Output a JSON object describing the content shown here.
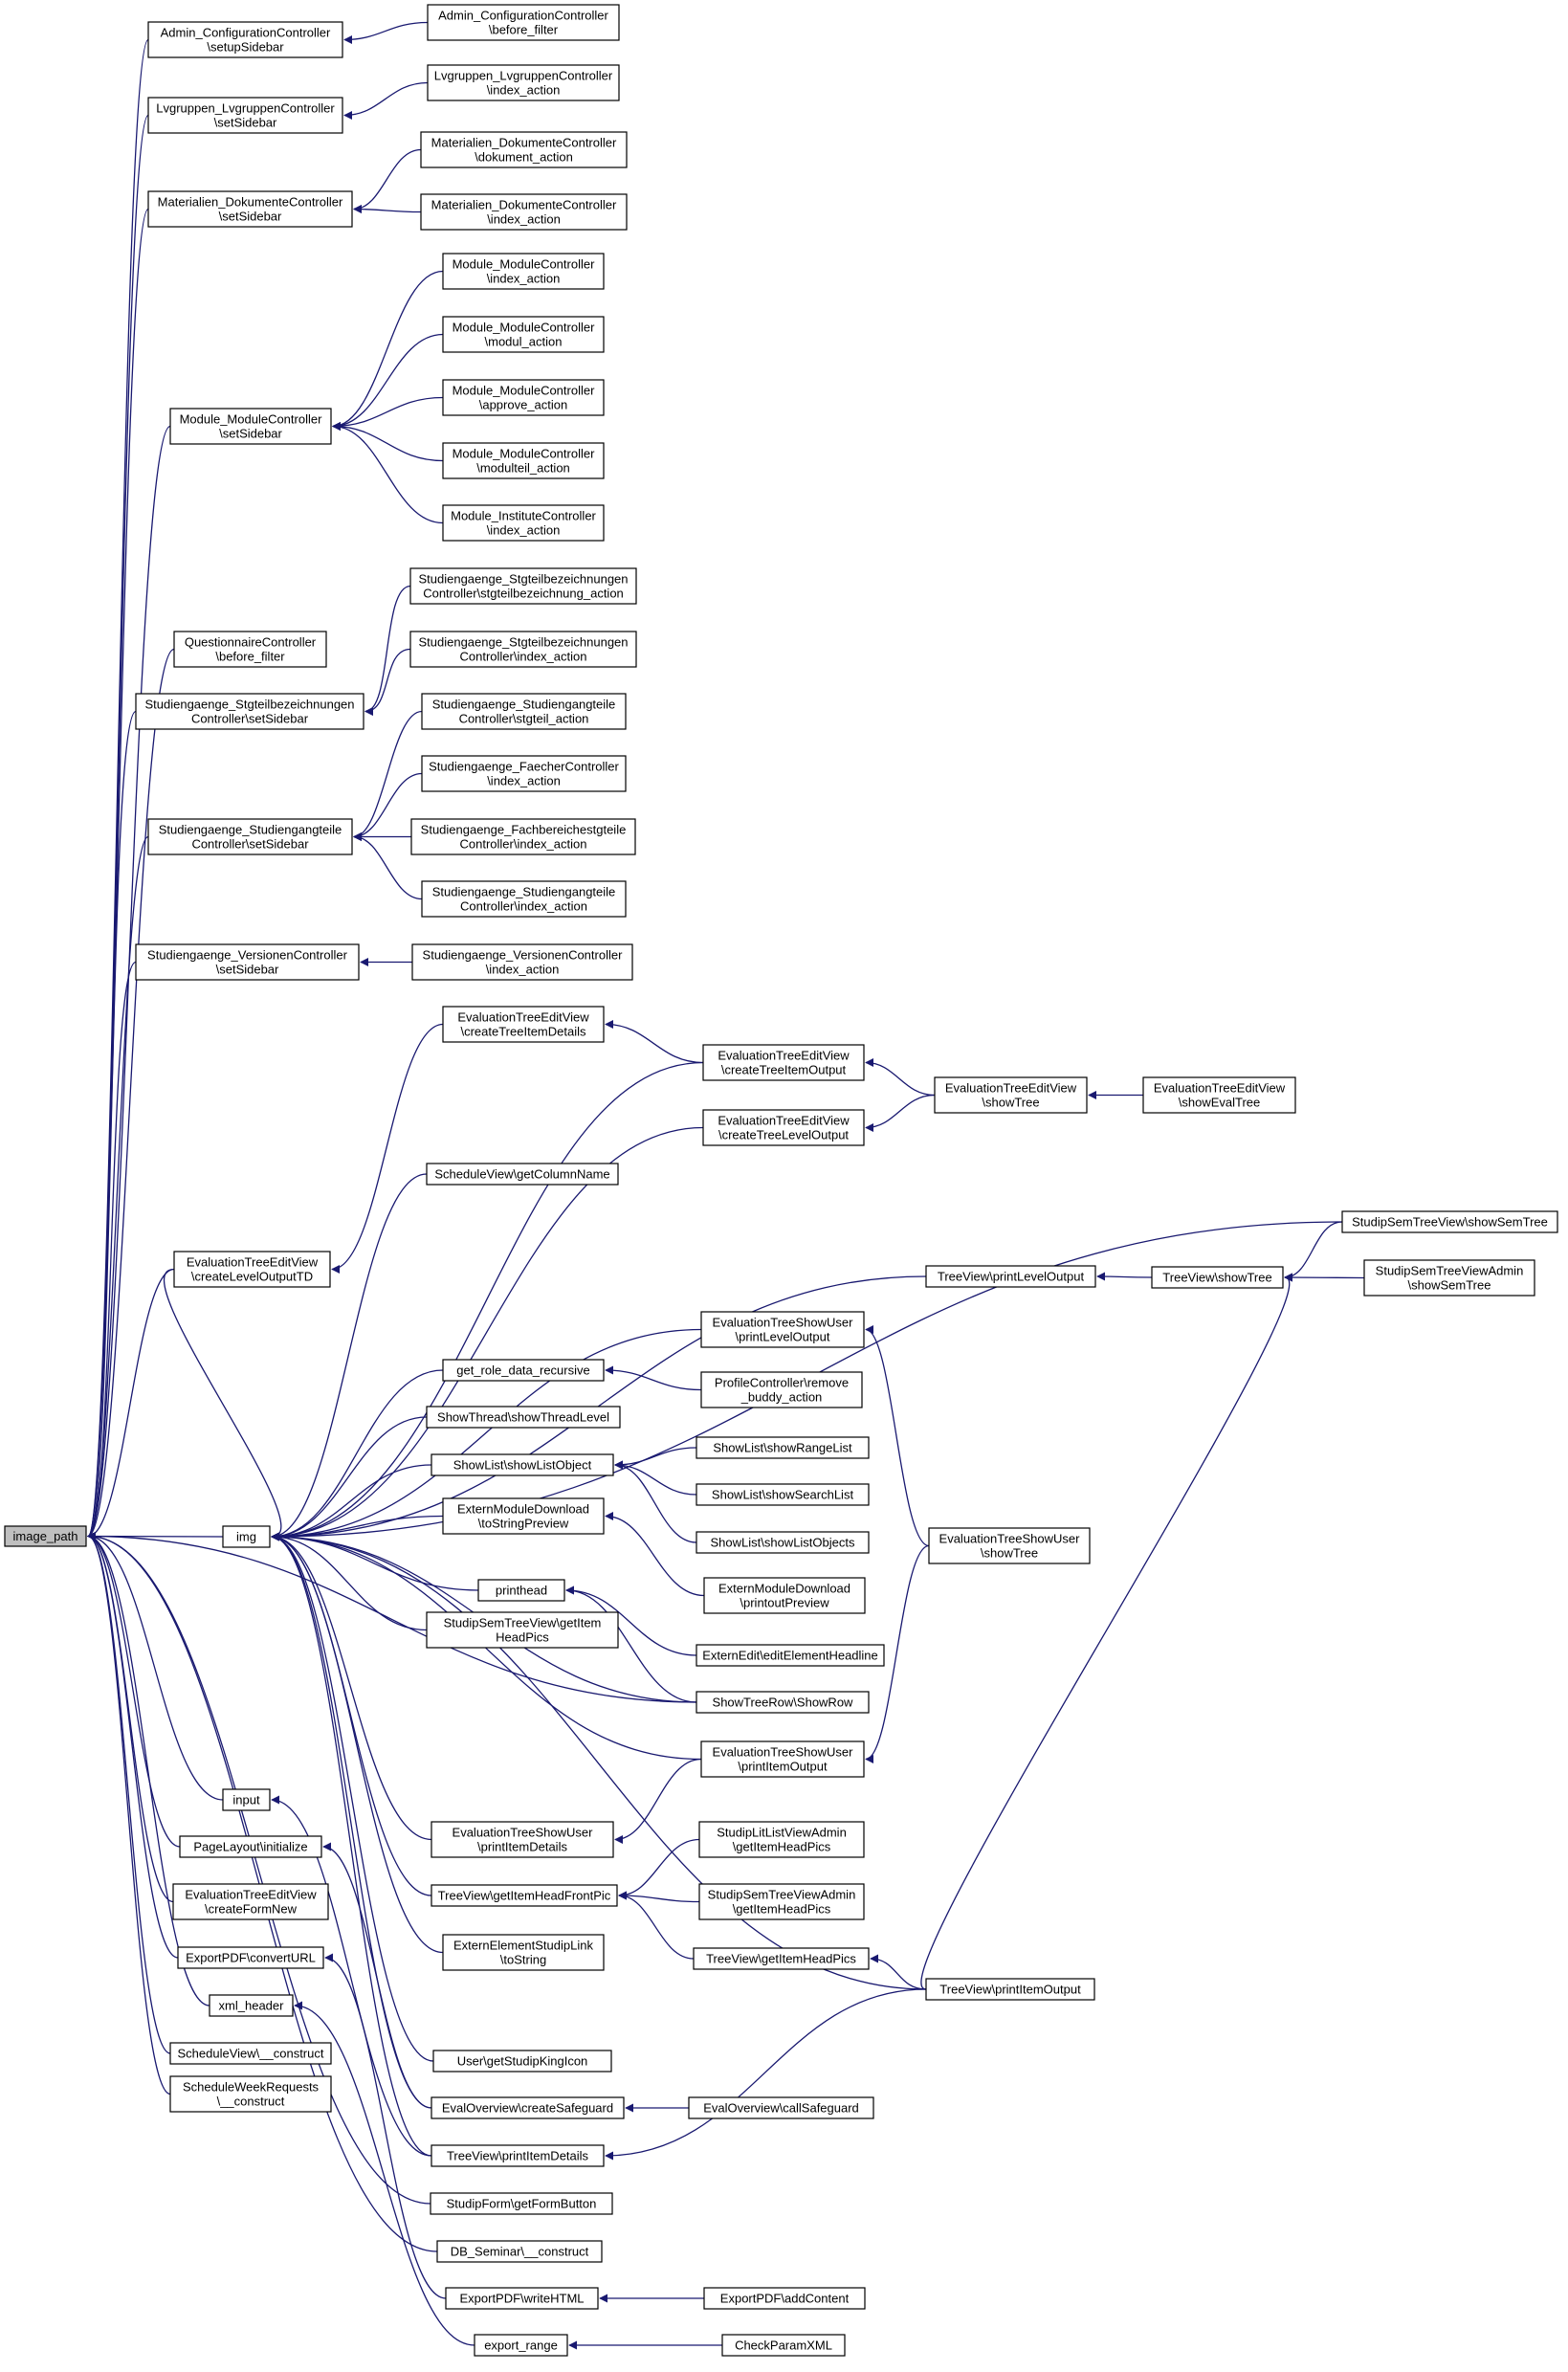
{
  "graph": {
    "title": "",
    "root": "image_path",
    "colors": {
      "edge": "#191970",
      "node_fill": "#ffffff",
      "root_fill": "#bfbfbf",
      "border": "#000000"
    },
    "nodes": [
      {
        "id": "image_path",
        "lines": [
          "image_path"
        ]
      },
      {
        "id": "admin_setupSidebar",
        "lines": [
          "Admin_ConfigurationController",
          "\\setupSidebar"
        ]
      },
      {
        "id": "admin_before_filter",
        "lines": [
          "Admin_ConfigurationController",
          "\\before_filter"
        ]
      },
      {
        "id": "lvg_setSidebar",
        "lines": [
          "Lvgruppen_LvgruppenController",
          "\\setSidebar"
        ]
      },
      {
        "id": "lvg_index",
        "lines": [
          "Lvgruppen_LvgruppenController",
          "\\index_action"
        ]
      },
      {
        "id": "mat_setSidebar",
        "lines": [
          "Materialien_DokumenteController",
          "\\setSidebar"
        ]
      },
      {
        "id": "mat_dokument",
        "lines": [
          "Materialien_DokumenteController",
          "\\dokument_action"
        ]
      },
      {
        "id": "mat_index",
        "lines": [
          "Materialien_DokumenteController",
          "\\index_action"
        ]
      },
      {
        "id": "mod_setSidebar",
        "lines": [
          "Module_ModuleController",
          "\\setSidebar"
        ]
      },
      {
        "id": "mod_index",
        "lines": [
          "Module_ModuleController",
          "\\index_action"
        ]
      },
      {
        "id": "mod_modul",
        "lines": [
          "Module_ModuleController",
          "\\modul_action"
        ]
      },
      {
        "id": "mod_approve",
        "lines": [
          "Module_ModuleController",
          "\\approve_action"
        ]
      },
      {
        "id": "mod_modulteil",
        "lines": [
          "Module_ModuleController",
          "\\modulteil_action"
        ]
      },
      {
        "id": "mod_inst_index",
        "lines": [
          "Module_InstituteController",
          "\\index_action"
        ]
      },
      {
        "id": "quest_before",
        "lines": [
          "QuestionnaireController",
          "\\before_filter"
        ]
      },
      {
        "id": "stg_bez_setSidebar",
        "lines": [
          "Studiengaenge_Stgteilbezeichnungen",
          "Controller\\setSidebar"
        ]
      },
      {
        "id": "stg_bez_action",
        "lines": [
          "Studiengaenge_Stgteilbezeichnungen",
          "Controller\\stgteilbezeichnung_action"
        ]
      },
      {
        "id": "stg_bez_index",
        "lines": [
          "Studiengaenge_Stgteilbezeichnungen",
          "Controller\\index_action"
        ]
      },
      {
        "id": "stg_teile_setSidebar",
        "lines": [
          "Studiengaenge_Studiengangteile",
          "Controller\\setSidebar"
        ]
      },
      {
        "id": "stg_teile_stgteil",
        "lines": [
          "Studiengaenge_Studiengangteile",
          "Controller\\stgteil_action"
        ]
      },
      {
        "id": "faecher_index",
        "lines": [
          "Studiengaenge_FaecherController",
          "\\index_action"
        ]
      },
      {
        "id": "fachber_index",
        "lines": [
          "Studiengaenge_Fachbereichestgteile",
          "Controller\\index_action"
        ]
      },
      {
        "id": "stg_teile_index",
        "lines": [
          "Studiengaenge_Studiengangteile",
          "Controller\\index_action"
        ]
      },
      {
        "id": "vers_setSidebar",
        "lines": [
          "Studiengaenge_VersionenController",
          "\\setSidebar"
        ]
      },
      {
        "id": "vers_index",
        "lines": [
          "Studiengaenge_VersionenController",
          "\\index_action"
        ]
      },
      {
        "id": "ete_createTreeItemDetails",
        "lines": [
          "EvaluationTreeEditView",
          "\\createTreeItemDetails"
        ]
      },
      {
        "id": "ete_createTreeItemOutput",
        "lines": [
          "EvaluationTreeEditView",
          "\\createTreeItemOutput"
        ]
      },
      {
        "id": "ete_createTreeLevelOutput",
        "lines": [
          "EvaluationTreeEditView",
          "\\createTreeLevelOutput"
        ]
      },
      {
        "id": "ete_showTree",
        "lines": [
          "EvaluationTreeEditView",
          "\\showTree"
        ]
      },
      {
        "id": "ete_showEvalTree",
        "lines": [
          "EvaluationTreeEditView",
          "\\showEvalTree"
        ]
      },
      {
        "id": "sched_getColumnName",
        "lines": [
          "ScheduleView\\getColumnName"
        ]
      },
      {
        "id": "sst_showSemTree",
        "lines": [
          "StudipSemTreeView\\showSemTree"
        ]
      },
      {
        "id": "ete_createLevelOutputTD",
        "lines": [
          "EvaluationTreeEditView",
          "\\createLevelOutputTD"
        ]
      },
      {
        "id": "tv_printLevelOutput",
        "lines": [
          "TreeView\\printLevelOutput"
        ]
      },
      {
        "id": "tv_showTree",
        "lines": [
          "TreeView\\showTree"
        ]
      },
      {
        "id": "ssta_showSemTree",
        "lines": [
          "StudipSemTreeViewAdmin",
          "\\showSemTree"
        ]
      },
      {
        "id": "etsu_printLevelOutput",
        "lines": [
          "EvaluationTreeShowUser",
          "\\printLevelOutput"
        ]
      },
      {
        "id": "get_role_data",
        "lines": [
          "get_role_data_recursive"
        ]
      },
      {
        "id": "profile_remove_buddy",
        "lines": [
          "ProfileController\\remove",
          "_buddy_action"
        ]
      },
      {
        "id": "showthread_level",
        "lines": [
          "ShowThread\\showThreadLevel"
        ]
      },
      {
        "id": "showlist_object",
        "lines": [
          "ShowList\\showListObject"
        ]
      },
      {
        "id": "showlist_range",
        "lines": [
          "ShowList\\showRangeList"
        ]
      },
      {
        "id": "showlist_search",
        "lines": [
          "ShowList\\showSearchList"
        ]
      },
      {
        "id": "showlist_objects",
        "lines": [
          "ShowList\\showListObjects"
        ]
      },
      {
        "id": "etsu_showTree",
        "lines": [
          "EvaluationTreeShowUser",
          "\\showTree"
        ]
      },
      {
        "id": "emd_toStringPreview",
        "lines": [
          "ExternModuleDownload",
          "\\toStringPreview"
        ]
      },
      {
        "id": "img",
        "lines": [
          "img"
        ]
      },
      {
        "id": "printhead",
        "lines": [
          "printhead"
        ]
      },
      {
        "id": "emd_printoutPreview",
        "lines": [
          "ExternModuleDownload",
          "\\printoutPreview"
        ]
      },
      {
        "id": "sst_getItemHeadPics",
        "lines": [
          "StudipSemTreeView\\getItem",
          "HeadPics"
        ]
      },
      {
        "id": "externedit_headline",
        "lines": [
          "ExternEdit\\editElementHeadline"
        ]
      },
      {
        "id": "showtreerow",
        "lines": [
          "ShowTreeRow\\ShowRow"
        ]
      },
      {
        "id": "etsu_printItemOutput",
        "lines": [
          "EvaluationTreeShowUser",
          "\\printItemOutput"
        ]
      },
      {
        "id": "input",
        "lines": [
          "input"
        ]
      },
      {
        "id": "etsu_printItemDetails",
        "lines": [
          "EvaluationTreeShowUser",
          "\\printItemDetails"
        ]
      },
      {
        "id": "pagelayout_init",
        "lines": [
          "PageLayout\\initialize"
        ]
      },
      {
        "id": "sllva_getItemHeadPics",
        "lines": [
          "StudipLitListViewAdmin",
          "\\getItemHeadPics"
        ]
      },
      {
        "id": "ete_createFormNew",
        "lines": [
          "EvaluationTreeEditView",
          "\\createFormNew"
        ]
      },
      {
        "id": "tv_getItemHeadFrontPic",
        "lines": [
          "TreeView\\getItemHeadFrontPic"
        ]
      },
      {
        "id": "ssta_getItemHeadPics",
        "lines": [
          "StudipSemTreeViewAdmin",
          "\\getItemHeadPics"
        ]
      },
      {
        "id": "exportpdf_convertURL",
        "lines": [
          "ExportPDF\\convertURL"
        ]
      },
      {
        "id": "eesl_toString",
        "lines": [
          "ExternElementStudipLink",
          "\\toString"
        ]
      },
      {
        "id": "tv_getItemHeadPics",
        "lines": [
          "TreeView\\getItemHeadPics"
        ]
      },
      {
        "id": "tv_printItemOutput",
        "lines": [
          "TreeView\\printItemOutput"
        ]
      },
      {
        "id": "xml_header",
        "lines": [
          "xml_header"
        ]
      },
      {
        "id": "user_getStudipKingIcon",
        "lines": [
          "User\\getStudipKingIcon"
        ]
      },
      {
        "id": "scheduleview_construct",
        "lines": [
          "ScheduleView\\__construct"
        ]
      },
      {
        "id": "evaloverview_createSafeguard",
        "lines": [
          "EvalOverview\\createSafeguard"
        ]
      },
      {
        "id": "evaloverview_callSafeguard",
        "lines": [
          "EvalOverview\\callSafeguard"
        ]
      },
      {
        "id": "swr_construct",
        "lines": [
          "ScheduleWeekRequests",
          "\\__construct"
        ]
      },
      {
        "id": "tv_printItemDetails",
        "lines": [
          "TreeView\\printItemDetails"
        ]
      },
      {
        "id": "studipform_getFormButton",
        "lines": [
          "StudipForm\\getFormButton"
        ]
      },
      {
        "id": "db_seminar_construct",
        "lines": [
          "DB_Seminar\\__construct"
        ]
      },
      {
        "id": "exportpdf_writeHTML",
        "lines": [
          "ExportPDF\\writeHTML"
        ]
      },
      {
        "id": "exportpdf_addContent",
        "lines": [
          "ExportPDF\\addContent"
        ]
      },
      {
        "id": "export_range",
        "lines": [
          "export_range"
        ]
      },
      {
        "id": "checkparamxml",
        "lines": [
          "CheckParamXML"
        ]
      }
    ]
  }
}
